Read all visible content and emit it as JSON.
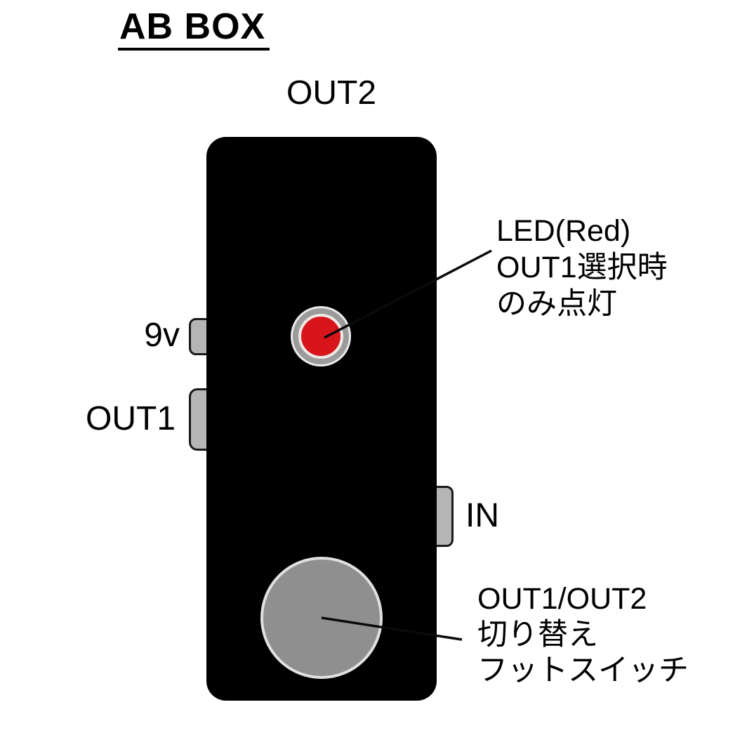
{
  "page": {
    "title": "AB BOX"
  },
  "diagram": {
    "device": "AB BOX guitar pedal (top view)",
    "labels": {
      "out2": "OUT2",
      "power": "9v",
      "out1": "OUT1",
      "input": "IN"
    },
    "annotations": {
      "led": "LED(Red)\nOUT1選択時\nのみ点灯",
      "footswitch": "OUT1/OUT2\n切り替え\nフットスイッチ"
    },
    "colors": {
      "background": "#ffffff",
      "body": "#000000",
      "jack": "#b5b5b5",
      "led_red": "#d8151b",
      "led_ring": "#9b9b9b",
      "led_highlight_ring": "#eeeae5",
      "footswitch": "#8f8f8f",
      "light_outline": "#ececec",
      "text": "#000000",
      "line": "#0a0a0a"
    }
  }
}
